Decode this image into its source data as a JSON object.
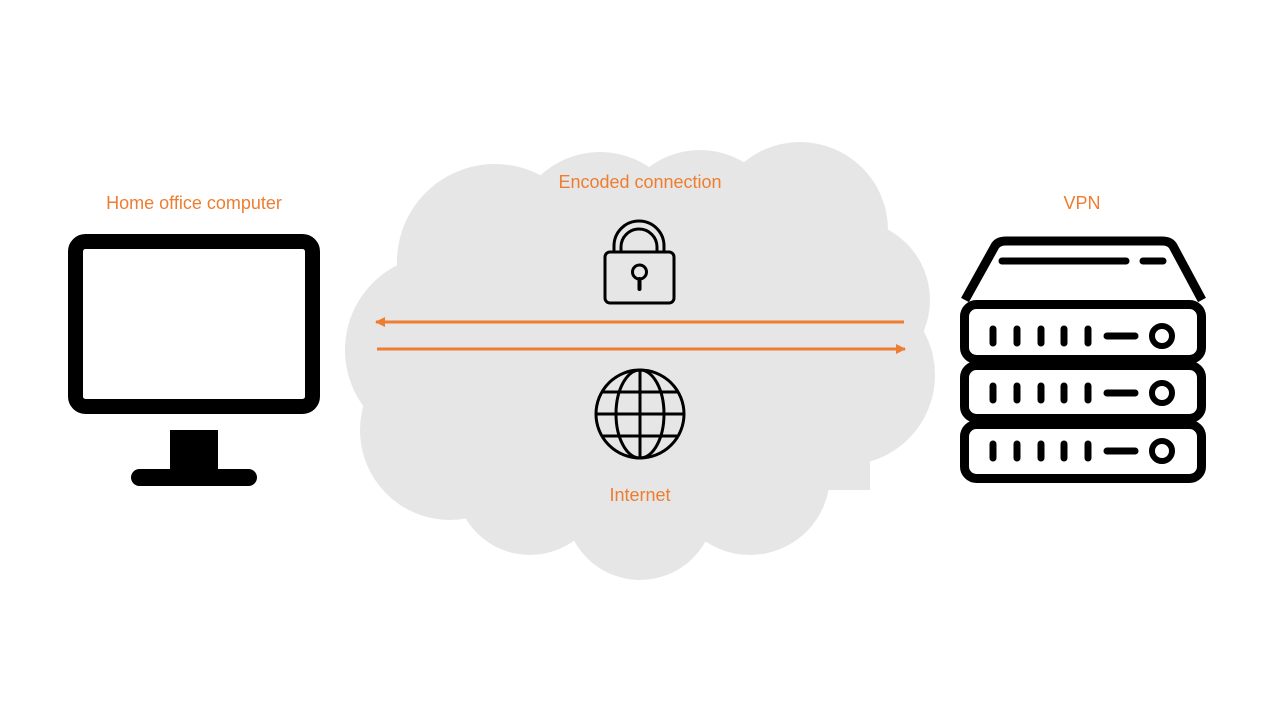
{
  "labels": {
    "computer": "Home office computer",
    "encoded": "Encoded connection",
    "vpn": "VPN",
    "internet": "Internet"
  },
  "icons": {
    "computer": "monitor-icon",
    "lock": "padlock-icon",
    "globe": "globe-icon",
    "server": "server-rack-icon",
    "cloud": "cloud-shape"
  },
  "colors": {
    "accent": "#ED7D31",
    "cloud": "#E7E6E6",
    "icon": "#000000",
    "background": "#FFFFFF"
  }
}
